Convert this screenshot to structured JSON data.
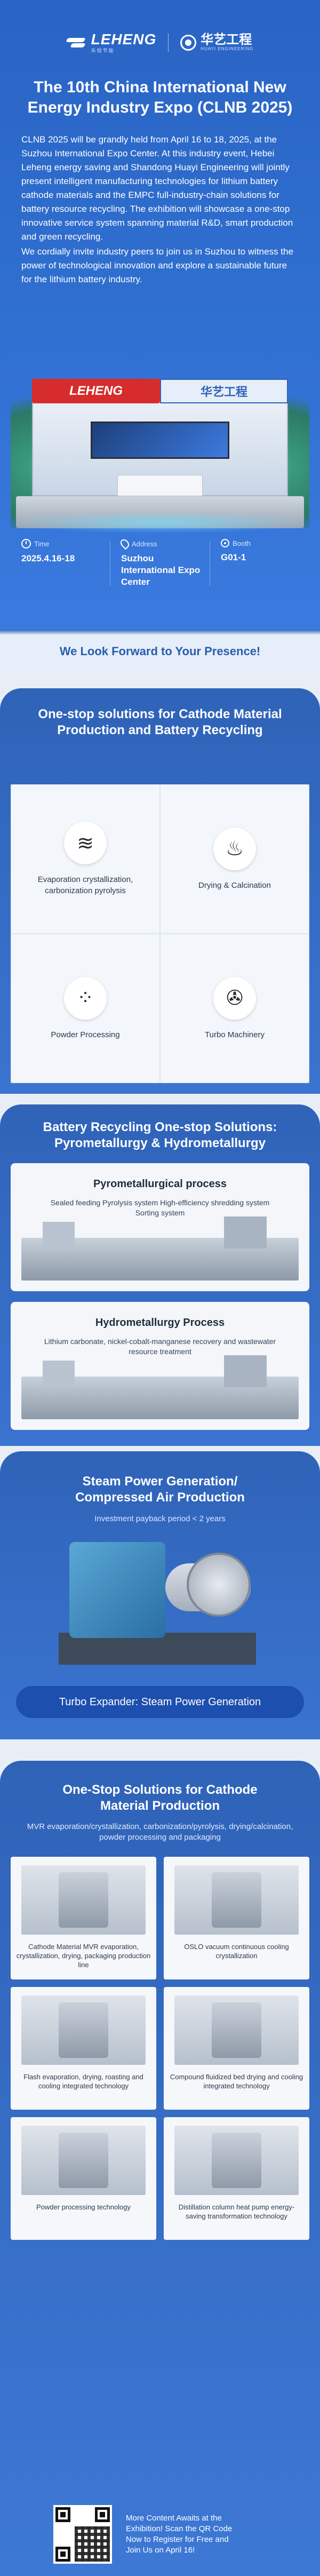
{
  "brand": {
    "leheng_name": "LEHENG",
    "leheng_sub": "乐恒节能",
    "huayi_cn": "华艺工程",
    "huayi_en": "HUAYI ENGINEERING"
  },
  "hero": {
    "title": "The 10th China International New Energy Industry Expo (CLNB 2025)",
    "paragraph1": "CLNB 2025 will be grandly held from April 16 to 18, 2025, at the Suzhou International Expo Center. At this industry event, Hebei Leheng energy saving and Shandong Huayi Engineering will jointly present intelligent manufacturing technologies for lithium battery cathode materials and the EMPC full-industry-chain solutions for battery resource recycling. The exhibition will showcase a one-stop innovative service system spanning material R&D, smart production and green recycling.",
    "paragraph2": "We cordially invite industry peers to join us in Suzhou to witness the power of technological innovation and explore a sustainable future for the lithium battery industry.",
    "booth_red_sign": "LEHENG",
    "booth_blue_sign": "华艺工程"
  },
  "info": {
    "time_label": "Time",
    "time_value": "2025.4.16-18",
    "address_label": "Address",
    "address_value": "Suzhou International Expo Center",
    "booth_label": "Booth",
    "booth_value": "G01-1"
  },
  "banner": {
    "forward": "We Look Forward to Your Presence!"
  },
  "section1": {
    "title": "One-stop solutions for Cathode Material Production and Battery Recycling",
    "items": [
      {
        "label": "Evaporation crystallization, carbonization pyrolysis",
        "icon": "wave-icon"
      },
      {
        "label": "Drying & Calcination",
        "icon": "flame-icon"
      },
      {
        "label": "Powder Processing",
        "icon": "powder-icon"
      },
      {
        "label": "Turbo Machinery",
        "icon": "turbine-icon"
      }
    ]
  },
  "section2": {
    "title": "Battery Recycling One-stop Solutions: Pyrometallurgy & Hydrometallurgy",
    "pyro_title": "Pyrometallurgical process",
    "pyro_sub": "Sealed feeding Pyrolysis system High-efficiency shredding system Sorting system",
    "hydro_title": "Hydrometallurgy Process",
    "hydro_sub": "Lithium carbonate, nickel-cobalt-manganese recovery and wastewater resource treatment"
  },
  "section3": {
    "title": "Steam Power Generation/ Compressed Air Production",
    "subline": "Investment payback period < 2 years",
    "pill": "Turbo Expander: Steam Power Generation"
  },
  "section4": {
    "title": "One-Stop Solutions for Cathode Material Production",
    "subline": "MVR evaporation/crystallization, carbonization/pyrolysis, drying/calcination, powder processing and packaging",
    "items": [
      "Cathode Material MVR evaporation, crystallization, drying, packaging production line",
      "OSLO vacuum continuous cooling crystallization",
      "Flash evaporation, drying, roasting and cooling integrated technology",
      "Compound fluidized bed drying and cooling integrated technology",
      "Powder processing technology",
      "Distillation column heat pump energy-saving transformation technology"
    ],
    "qr_text": "More Content Awaits at the Exhibition! Scan the QR Code Now to Register for Free and Join Us on April 16!"
  },
  "colors": {
    "primary": "#2f63b8",
    "accent_red": "#d72c2c",
    "pill": "#1d4fae",
    "card": "#f4f6fa"
  }
}
